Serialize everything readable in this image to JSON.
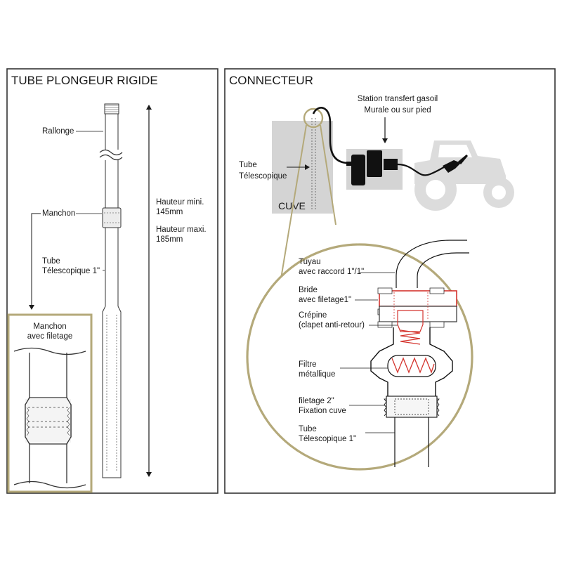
{
  "left_panel": {
    "title": "TUBE PLONGEUR RIGIDE",
    "rallonge": "Rallonge",
    "hauteur_mini_1": "Hauteur mini.",
    "hauteur_mini_2": "145mm",
    "hauteur_maxi_1": "Hauteur maxi.",
    "hauteur_maxi_2": "185mm",
    "manchon": "Manchon",
    "tube_1": "Tube",
    "tube_2": "Télescopique 1\"",
    "inset_1": "Manchon",
    "inset_2": "avec filetage"
  },
  "right_panel": {
    "title": "CONNECTEUR",
    "station_1": "Station  transfert gasoil",
    "station_2": "Murale ou sur pied",
    "tube_1": "Tube",
    "tube_2": "Télescopique",
    "cuve": "CUVE",
    "tuyau_1": "Tuyau",
    "tuyau_2": "avec raccord 1\"/1\"",
    "bride_1": "Bride",
    "bride_2": "avec filetage1\"",
    "crepine_1": "Crépine",
    "crepine_2": "(clapet anti-retour)",
    "filtre_1": "Filtre",
    "filtre_2": "métallique",
    "filetage_1": "filetage 2\"",
    "filetage_2": "Fixation cuve",
    "tubet_1": "Tube",
    "tubet_2": "Télescopique 1\""
  },
  "colors": {
    "frame": "#333333",
    "olive": "#b4a97a",
    "red": "#d4342e",
    "grey_fill": "#d4d4d4",
    "tractor": "#dcdcdc"
  }
}
